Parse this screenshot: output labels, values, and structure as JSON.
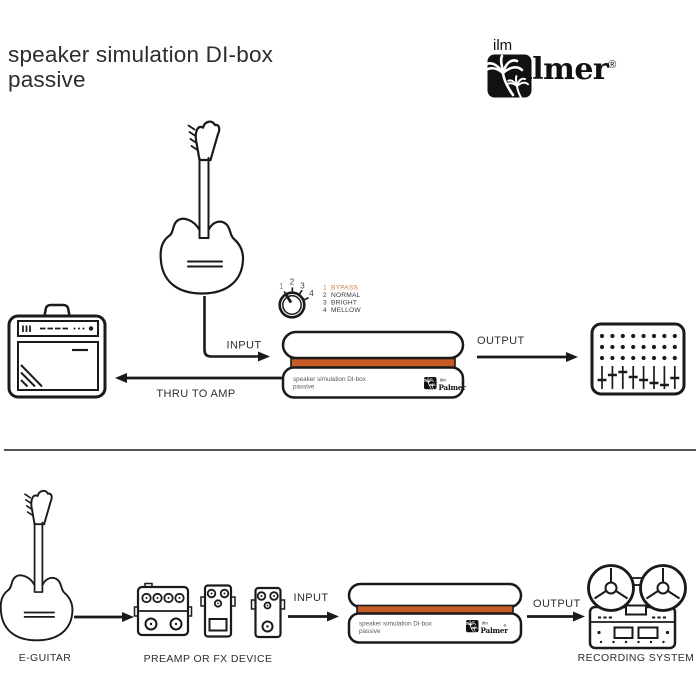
{
  "header": {
    "title_line1": "speaker simulation DI-box",
    "title_line2": "passive"
  },
  "brand": {
    "pre": "ilm",
    "name": "Palmer",
    "reg": "®"
  },
  "colors": {
    "stripe_orange": "#c75b28",
    "legend_highlight_orange": "#c97a50",
    "ink": "#1a1a1a",
    "device_text_gray": "#5a5a5a"
  },
  "knob": {
    "position_labels": [
      "1",
      "2",
      "3",
      "4"
    ],
    "legend": [
      {
        "num": "1",
        "label": "BYPASS"
      },
      {
        "num": "2",
        "label": "NORMAL"
      },
      {
        "num": "3",
        "label": "BRIGHT"
      },
      {
        "num": "4",
        "label": "MELLOW"
      }
    ]
  },
  "dibox": {
    "label_line1": "speaker simulation DI-box",
    "label_line2": "passive",
    "brand_pre": "ilm",
    "brand_name": "Palmer",
    "brand_reg": "®"
  },
  "top_flow": {
    "input": "INPUT",
    "thru": "THRU TO AMP",
    "output": "OUTPUT"
  },
  "bottom_flow": {
    "eguitar": "E-GUITAR",
    "preamp": "PREAMP OR FX DEVICE",
    "input": "INPUT",
    "output": "OUTPUT",
    "recording": "RECORDING SYSTEM"
  }
}
